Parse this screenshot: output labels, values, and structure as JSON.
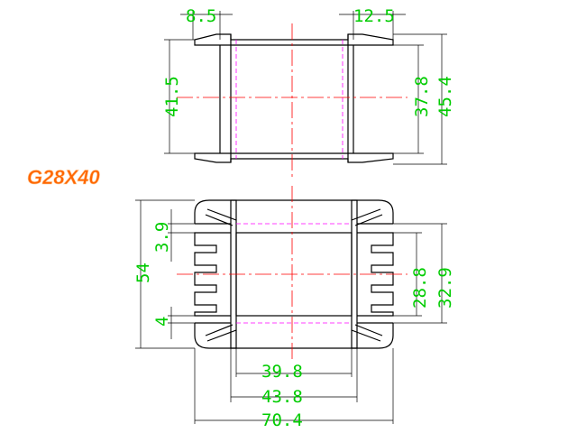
{
  "part_label": "G28X40",
  "colors": {
    "dimension_text": "#00cc00",
    "part_label": "#ff6600",
    "outline": "#000000",
    "center_line": "#ff0000",
    "hidden_line": "#ff00ff"
  },
  "dimensions": {
    "top_left_offset": "8.5",
    "top_right_offset": "12.5",
    "top_height_inner": "41.5",
    "top_height_mid": "37.8",
    "top_height_outer": "45.4",
    "bottom_total_height": "54",
    "bottom_slot_top": "3.9",
    "bottom_slot_bottom": "4",
    "bottom_height_inner": "28.8",
    "bottom_height_outer": "32.9",
    "bottom_width_inner": "39.8",
    "bottom_width_mid": "43.8",
    "bottom_width_outer": "70.4"
  }
}
